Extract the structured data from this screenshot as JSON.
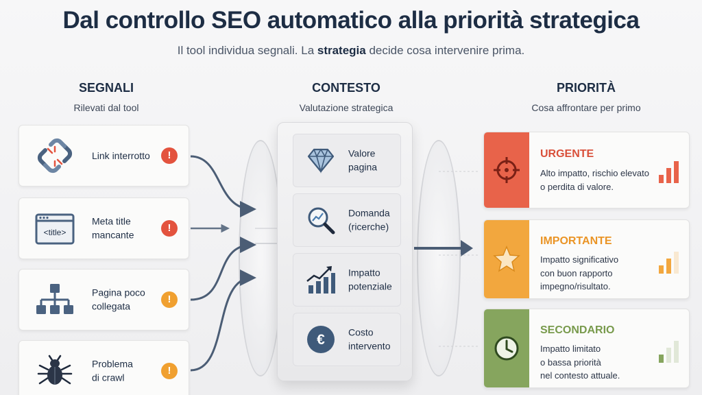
{
  "header": {
    "title": "Dal controllo SEO automatico alla priorità strategica",
    "subtitle_before": "Il tool individua segnali. La ",
    "subtitle_bold": "strategia",
    "subtitle_after": " decide cosa intervenire prima."
  },
  "columns": {
    "signals": {
      "heading": "SEGNALI",
      "sub": "Rilevati dal tool"
    },
    "context": {
      "heading": "CONTESTO",
      "sub": "Valutazione strategica"
    },
    "priority": {
      "heading": "PRIORITÀ",
      "sub": "Cosa affrontare per primo"
    }
  },
  "signals": [
    {
      "line1": "Link interrotto",
      "line2": "",
      "icon": "broken-link-icon",
      "alert_color": "#e3533e"
    },
    {
      "line1": "Meta title",
      "line2": "mancante",
      "icon": "title-tag-icon",
      "icon_text": "<title>",
      "alert_color": "#e3533e"
    },
    {
      "line1": "Pagina poco",
      "line2": "collegata",
      "icon": "sitemap-icon",
      "alert_color": "#f0a030"
    },
    {
      "line1": "Problema",
      "line2": "di crawl",
      "icon": "bug-icon",
      "alert_color": "#f0a030"
    }
  ],
  "alert_symbol": "!",
  "context": [
    {
      "line1": "Valore",
      "line2": "pagina",
      "icon": "diamond-icon"
    },
    {
      "line1": "Domanda",
      "line2": "(ricerche)",
      "icon": "magnifier-trend-icon"
    },
    {
      "line1": "Impatto",
      "line2": "potenziale",
      "icon": "growth-chart-icon"
    },
    {
      "line1": "Costo",
      "line2": "intervento",
      "icon": "euro-icon",
      "icon_text": "€"
    }
  ],
  "priorities": [
    {
      "title": "URGENTE",
      "desc": [
        "Alto impatto, rischio elevato",
        "o perdita di valore."
      ],
      "color": "#e8634a",
      "icon": "target-icon",
      "level": 3
    },
    {
      "title": "IMPORTANTE",
      "desc": [
        "Impatto significativo",
        "con buon rapporto",
        "impegno/risultato."
      ],
      "color": "#f2a73e",
      "icon": "star-icon",
      "level": 2
    },
    {
      "title": "SECONDARIO",
      "desc": [
        "Impatto limitato",
        "o bassa priorità",
        "nel contesto attuale."
      ],
      "color": "#86a55e",
      "icon": "clock-icon",
      "level": 1
    }
  ],
  "colors": {
    "navy": "#1d2d44",
    "steel": "#4a6280",
    "connector": "#4b5d75"
  }
}
